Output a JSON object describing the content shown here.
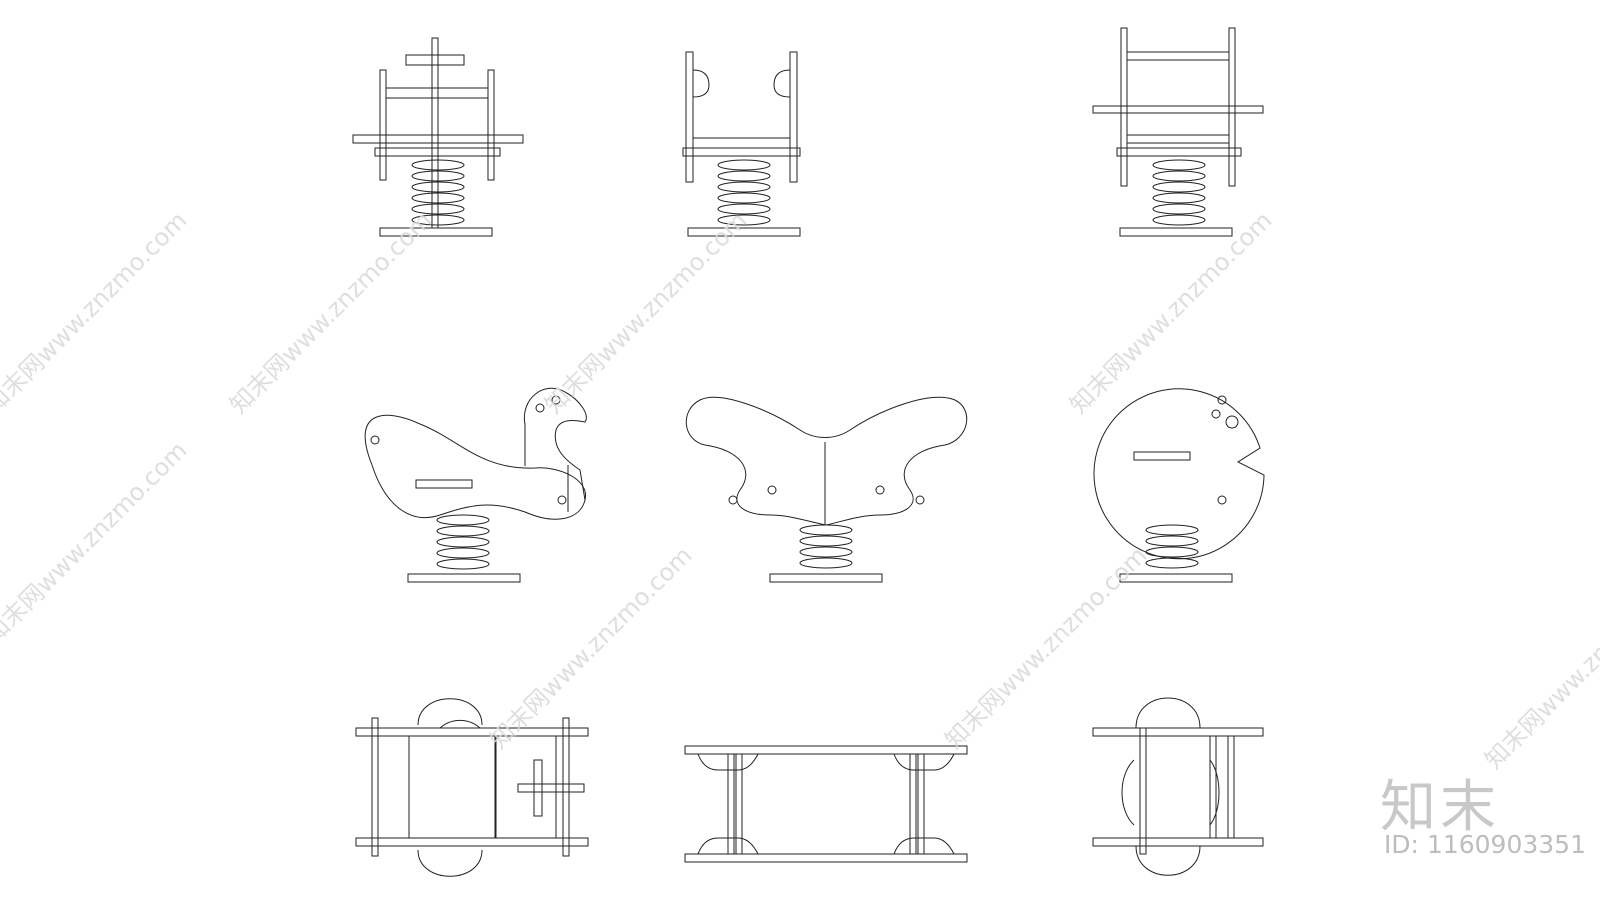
{
  "watermark": {
    "text": "知末网www.znzmo.com"
  },
  "brand": {
    "logo_text": "知末",
    "id_text": "ID: 1160903351"
  },
  "colors": {
    "line": "#222222",
    "watermark": "#d9d9d9",
    "brand": "#c8c8c8"
  }
}
